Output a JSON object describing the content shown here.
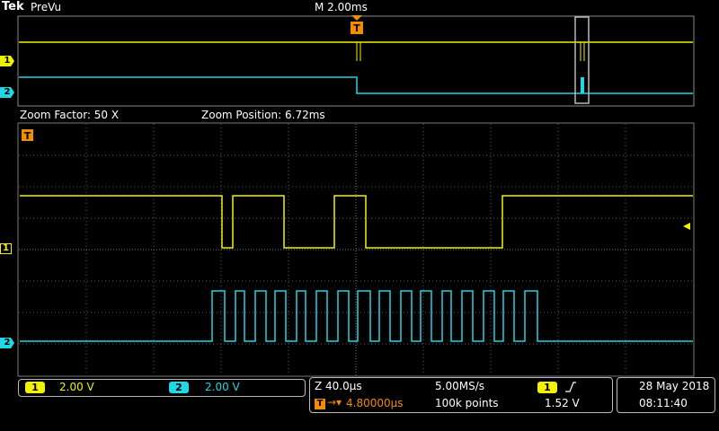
{
  "header": {
    "brand": "Tek",
    "mode": "PreVu",
    "timebase": "M 2.00ms"
  },
  "zoom": {
    "factor_label": "Zoom Factor: 50 X",
    "position_label": "Zoom Position: 6.72ms"
  },
  "markers": {
    "trigger": "T",
    "ch1": "1",
    "ch2": "2"
  },
  "channels": {
    "ch1": {
      "label": "1",
      "scale": "2.00 V",
      "color": "#f2f200"
    },
    "ch2": {
      "label": "2",
      "scale": "2.00 V",
      "color": "#22d6e6"
    }
  },
  "acquisition": {
    "zoom_scale": "Z 40.0µs",
    "sample_rate": "5.00MS/s",
    "trigger_position": "4.80000µs",
    "record_length": "100k points",
    "trigger_source": "1",
    "trigger_slope_icon": "rising-edge-icon",
    "trigger_level": "1.52 V"
  },
  "datetime": {
    "date": "28 May  2018",
    "time": "08:11:40"
  },
  "colors": {
    "trigger": "#f28c00",
    "grid": "#6b6b6b"
  }
}
